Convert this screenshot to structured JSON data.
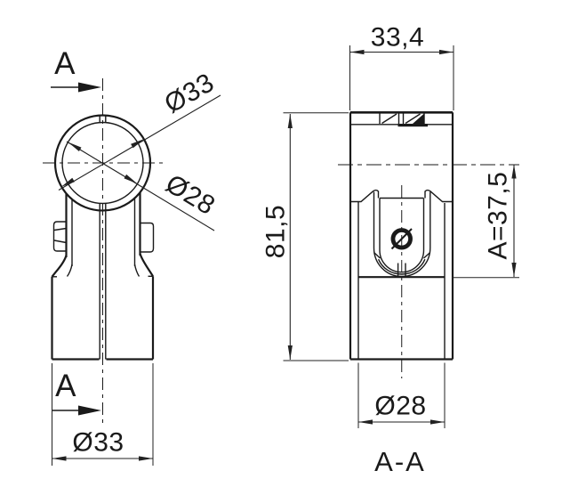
{
  "drawing": {
    "type": "technical-drawing",
    "views": [
      "front view (split clamp with fork)",
      "section view A-A"
    ]
  },
  "colors": {
    "background": "#ffffff",
    "line": "#1a1a1a",
    "dimension": "#222222"
  },
  "front_view": {
    "section_label_top": "A",
    "section_label_bottom": "A",
    "dim_outer_diag": "Ø33",
    "dim_inner_diag": "Ø28",
    "dim_bottom": "Ø33"
  },
  "section_view": {
    "dim_width_top": "33,4",
    "dim_height_left": "81,5",
    "dim_offset_right": "A=37,5",
    "dim_bottom": "Ø28",
    "title": "A-A"
  }
}
